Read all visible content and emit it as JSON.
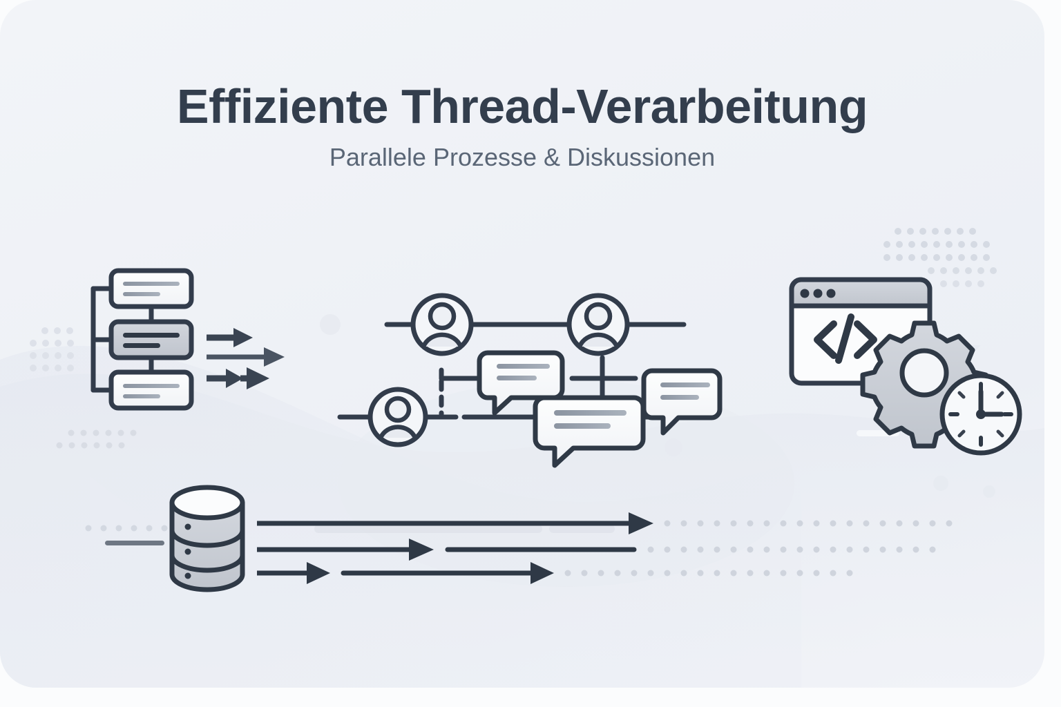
{
  "header": {
    "title": "Effiziente Thread-Verarbeitung",
    "subtitle": "Parallele Prozesse & Diskussionen"
  },
  "colors": {
    "page_background": "#fbfcfd",
    "card_background": "#eef1f6",
    "ink": "#333e4d",
    "ink_soft": "#5a6676",
    "line": "#323c4b",
    "fill_light": "#f7f9fb",
    "fill_gray": "#c7ccd3",
    "text_line_gray": "#8b94a1",
    "dot_gray": "#d8dce4"
  },
  "illustration": {
    "groups": [
      {
        "name": "flowchart-group",
        "label": "flowchart",
        "cards": 3,
        "highlighted_card_index": 1,
        "arrows": 3
      },
      {
        "name": "discussion-group",
        "label": "discussion-threads",
        "avatars": 3,
        "speech_bubbles": 3,
        "timelines": 2
      },
      {
        "name": "code-window-group",
        "label": "code-window-gear-clock",
        "code_glyph": "</>",
        "window_dots": 3,
        "clock_time": "3:00",
        "gear_teeth": 8
      },
      {
        "name": "database-flow-group",
        "label": "database-parallel-streams",
        "db_segments": 3,
        "streams": 3
      }
    ],
    "decor": {
      "dot_grid_top_right": {
        "rows": 5,
        "cols": 9
      },
      "dot_grid_left": {
        "rows": 4,
        "cols": 4
      },
      "dot_rows_lower_left": {
        "rows": 2,
        "cols": 6
      }
    }
  }
}
